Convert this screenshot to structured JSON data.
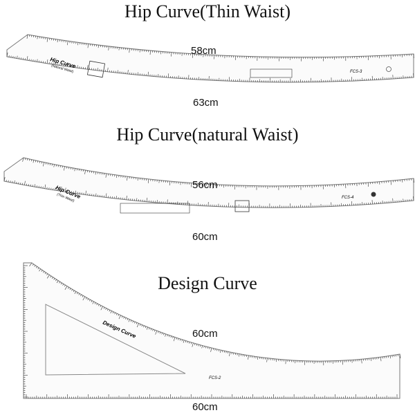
{
  "hip_thin": {
    "title": "Hip Curve(Thin Waist)",
    "inner_length": "58cm",
    "outer_length": "63cm",
    "ruler_name": "Hip Curve",
    "ruler_sub": "(Natural Waist)",
    "model": "FCS-3"
  },
  "hip_natural": {
    "title": "Hip Curve(natural Waist)",
    "inner_length": "56cm",
    "outer_length": "60cm",
    "ruler_name": "Hip Curve",
    "ruler_sub": "(Thin Waist)",
    "model": "FCS-4"
  },
  "design": {
    "title": "Design Curve",
    "curve_length": "60cm",
    "base_length": "60cm",
    "ruler_name": "Design Curve",
    "model": "FCS-2"
  }
}
